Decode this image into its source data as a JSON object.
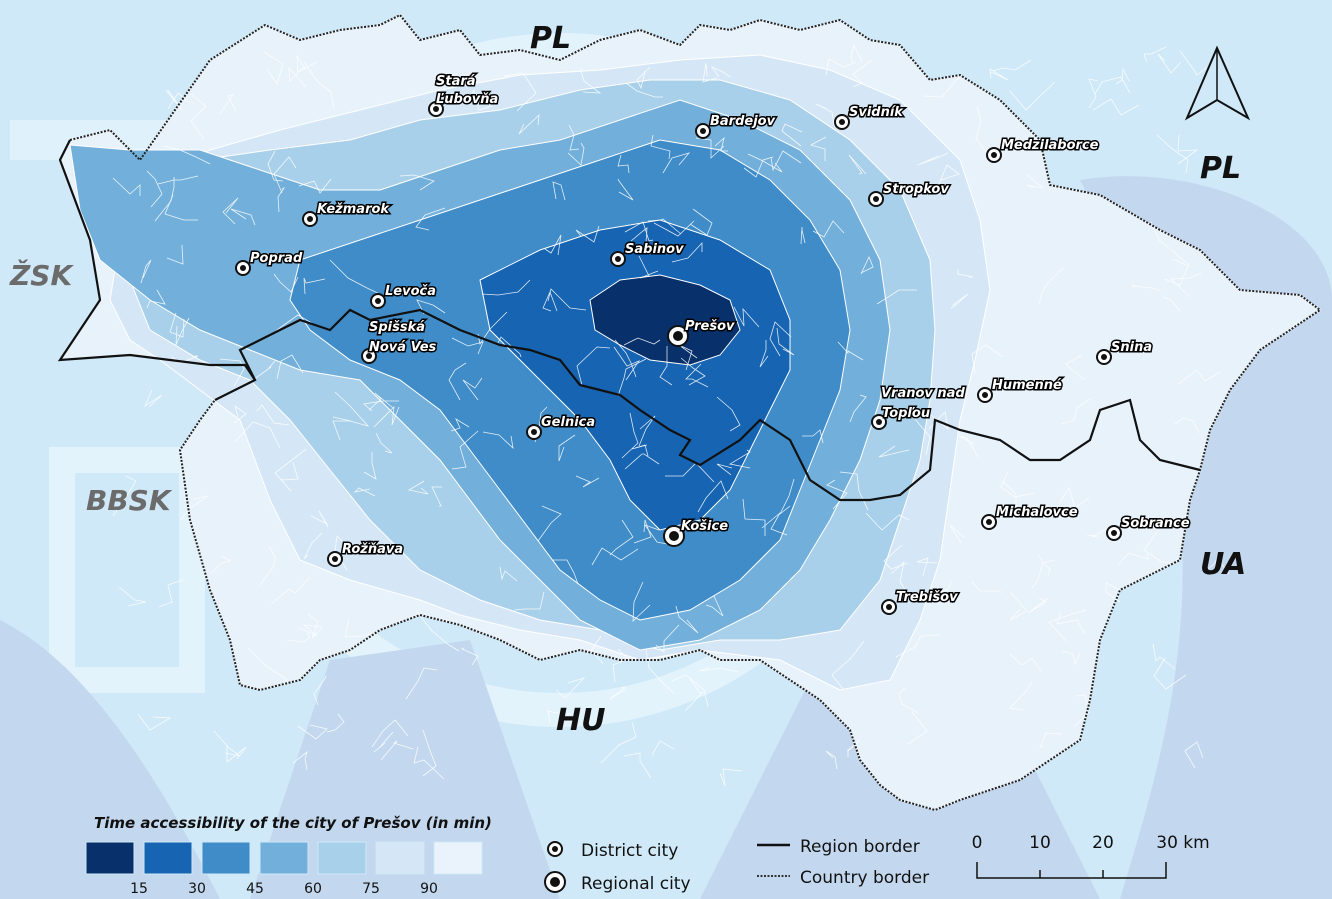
{
  "map": {
    "country_labels": [
      {
        "text": "PL"
      },
      {
        "text": "PL"
      },
      {
        "text": "UA"
      },
      {
        "text": "HU"
      }
    ],
    "region_labels": [
      {
        "text": "ŽSK"
      },
      {
        "text": "BBSK"
      }
    ],
    "cities": [
      {
        "name": "Stará",
        "name2": "Ľubovňa",
        "type": "district"
      },
      {
        "name": "Bardejov",
        "type": "district"
      },
      {
        "name": "Svidník",
        "type": "district"
      },
      {
        "name": "Medzilaborce",
        "type": "district"
      },
      {
        "name": "Kežmarok",
        "type": "district"
      },
      {
        "name": "Stropkov",
        "type": "district"
      },
      {
        "name": "Poprad",
        "type": "district"
      },
      {
        "name": "Sabinov",
        "type": "district"
      },
      {
        "name": "Levoča",
        "type": "district"
      },
      {
        "name": "Prešov",
        "type": "regional"
      },
      {
        "name": "Spišská",
        "name2": "Nová Ves",
        "type": "district"
      },
      {
        "name": "Snina",
        "type": "district"
      },
      {
        "name": "Vranov nad",
        "name2": "Topľou",
        "type": "district"
      },
      {
        "name": "Humenné",
        "type": "district"
      },
      {
        "name": "Gelnica",
        "type": "district"
      },
      {
        "name": "Michalovce",
        "type": "district"
      },
      {
        "name": "Sobrance",
        "type": "district"
      },
      {
        "name": "Košice",
        "type": "regional"
      },
      {
        "name": "Rožňava",
        "type": "district"
      },
      {
        "name": "Trebišov",
        "type": "district"
      }
    ]
  },
  "legend": {
    "title": "Time accessibility of the city of Prešov (in min)",
    "classes": [
      {
        "color": "#08306b"
      },
      {
        "color": "#1664b2"
      },
      {
        "color": "#3f8cc8"
      },
      {
        "color": "#72b0db"
      },
      {
        "color": "#a9d0ea"
      },
      {
        "color": "#d5e7f6"
      },
      {
        "color": "#eaf3fc"
      }
    ],
    "breaks": [
      "15",
      "30",
      "45",
      "60",
      "75",
      "90"
    ],
    "symbols": {
      "district": "District city",
      "regional": "Regional city",
      "region_border": "Region border",
      "country_border": "Country border"
    }
  },
  "scale_bar": {
    "ticks": [
      "0",
      "10",
      "20",
      "30 km"
    ]
  },
  "north_arrow": {
    "icon": "north-arrow-icon"
  }
}
